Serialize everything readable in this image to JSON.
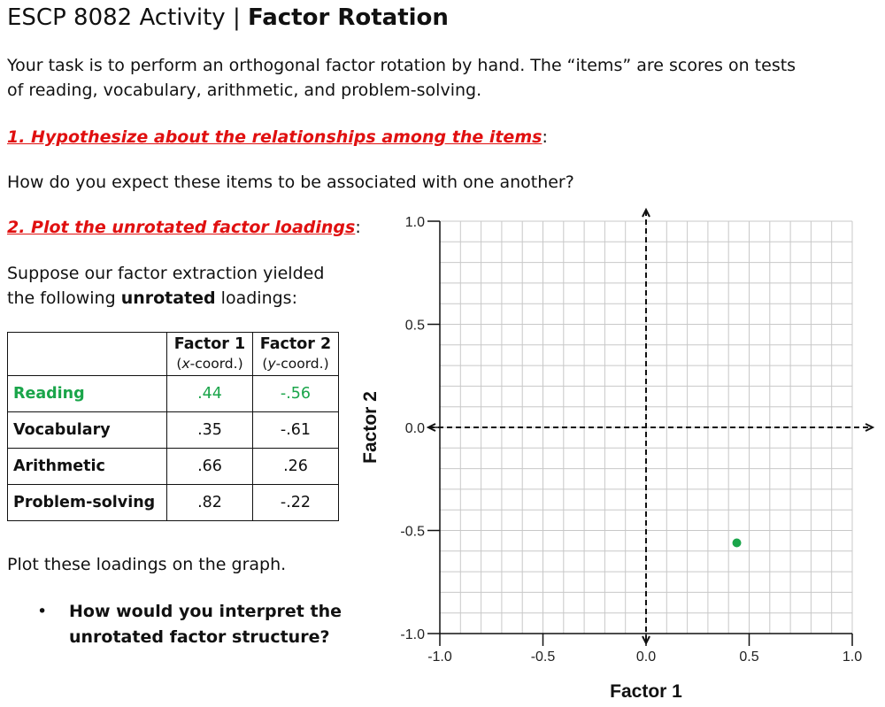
{
  "header": {
    "title_prefix": "ESCP 8082 Activity | ",
    "title_bold": "Factor Rotation"
  },
  "intro": "Your task is to perform an orthogonal factor rotation by hand. The “items” are scores on tests of reading, vocabulary, arithmetic, and problem-solving.",
  "step1": {
    "label": "1. Hypothesize about the relationships among the items",
    "suffix": ":"
  },
  "question1": "How do you expect these items to be associated with one another?",
  "step2": {
    "label": "2. Plot the unrotated factor loadings",
    "suffix": ":"
  },
  "suppose": {
    "pre": "Suppose our factor extraction yielded the following ",
    "bold": "unrotated",
    "post": " loadings:"
  },
  "table": {
    "col1": {
      "title": "Factor 1",
      "sub_open": "(",
      "sub_var": "x",
      "sub_rest": "-coord.)"
    },
    "col2": {
      "title": "Factor 2",
      "sub_open": "(",
      "sub_var": "y",
      "sub_rest": "-coord.)"
    },
    "rows": [
      {
        "item": "Reading",
        "f1": ".44",
        "f2": "-.56"
      },
      {
        "item": "Vocabulary",
        "f1": ".35",
        "f2": "-.61"
      },
      {
        "item": "Arithmetic",
        "f1": ".66",
        "f2": ".26"
      },
      {
        "item": "Problem-solving",
        "f1": ".82",
        "f2": "-.22"
      }
    ]
  },
  "plot_instruction": "Plot these loadings on the graph.",
  "bullet": {
    "mark": "•",
    "text": "How would you interpret the unrotated factor structure?"
  },
  "colors": {
    "highlight": "#1aa54a",
    "heading": "#e01010",
    "grid": "#c8c8c8"
  },
  "chart_data": {
    "type": "scatter",
    "xlabel": "Factor 1",
    "ylabel": "Factor 2",
    "xlim": [
      -1.0,
      1.0
    ],
    "ylim": [
      -1.0,
      1.0
    ],
    "x_ticks": [
      "-1.0",
      "-0.5",
      "0.0",
      "0.5",
      "1.0"
    ],
    "y_ticks": [
      "1.0",
      "0.5",
      "0.0",
      "-0.5",
      "-1.0"
    ],
    "grid": true,
    "grid_step": 0.1,
    "series": [
      {
        "points": [
          {
            "x": 0.44,
            "y": -0.56
          }
        ],
        "color": "#1aa54a"
      }
    ]
  }
}
